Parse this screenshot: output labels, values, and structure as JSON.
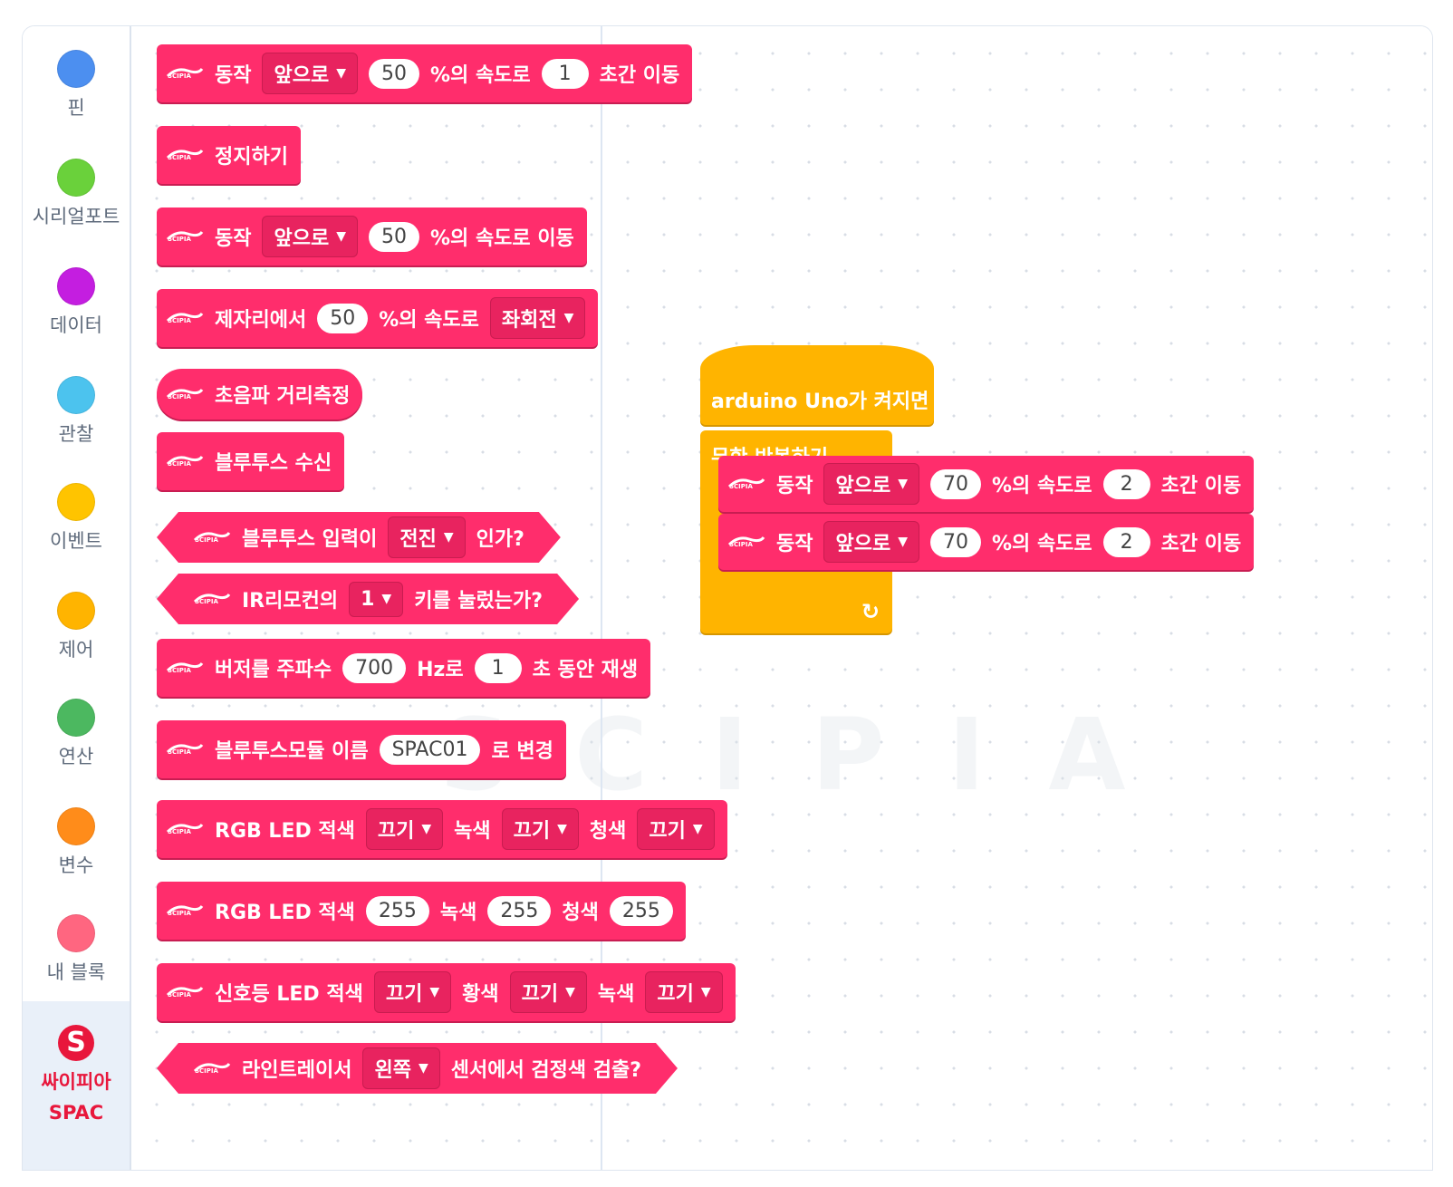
{
  "sidebar": {
    "categories": [
      {
        "label": "핀",
        "color": "#4c8ff0"
      },
      {
        "label": "시리얼포트",
        "color": "#6ad13b"
      },
      {
        "label": "데이터",
        "color": "#c41ee0"
      },
      {
        "label": "관찰",
        "color": "#4cc3ee"
      },
      {
        "label": "이벤트",
        "color": "#ffc400"
      },
      {
        "label": "제어",
        "color": "#ffb400"
      },
      {
        "label": "연산",
        "color": "#4cb860"
      },
      {
        "label": "변수",
        "color": "#ff8c1a"
      },
      {
        "label": "내 블록",
        "color": "#ff6680"
      }
    ],
    "active": {
      "logo": "S",
      "label1": "싸이피아",
      "label2": "SPAC"
    }
  },
  "workspace": {
    "watermark": "SCIPIA",
    "colors": {
      "block": "#ff2d6c",
      "control": "#ffb400"
    }
  },
  "palette": {
    "b1": {
      "t1": "동작",
      "dd": "앞으로",
      "v1": "50",
      "t2": "%의 속도로",
      "v2": "1",
      "t3": "초간 이동"
    },
    "b2": {
      "t1": "정지하기"
    },
    "b3": {
      "t1": "동작",
      "dd": "앞으로",
      "v1": "50",
      "t2": "%의 속도로 이동"
    },
    "b4": {
      "t1": "제자리에서",
      "v1": "50",
      "t2": "%의 속도로",
      "dd": "좌회전"
    },
    "b5": {
      "t1": "초음파 거리측정"
    },
    "b6": {
      "t1": "블루투스 수신"
    },
    "b7": {
      "t1": "블루투스 입력이",
      "dd": "전진",
      "t2": "인가?"
    },
    "b8": {
      "t1": "IR리모컨의",
      "dd": "1",
      "t2": "키를 눌렀는가?"
    },
    "b9": {
      "t1": "버저를 주파수",
      "v1": "700",
      "t2": "Hz로",
      "v2": "1",
      "t3": "초 동안 재생"
    },
    "b10": {
      "t1": "블루투스모듈 이름",
      "v1": "SPAC01",
      "t2": "로 변경"
    },
    "b11": {
      "t1": "RGB LED 적색",
      "dd1": "끄기",
      "t2": "녹색",
      "dd2": "끄기",
      "t3": "청색",
      "dd3": "끄기"
    },
    "b12": {
      "t1": "RGB LED 적색",
      "v1": "255",
      "t2": "녹색",
      "v2": "255",
      "t3": "청색",
      "v3": "255"
    },
    "b13": {
      "t1": "신호등 LED 적색",
      "dd1": "끄기",
      "t2": "황색",
      "dd2": "끄기",
      "t3": "녹색",
      "dd3": "끄기"
    },
    "b14": {
      "t1": "라인트레이서",
      "dd": "왼쪽",
      "t2": "센서에서 검정색 검출?"
    }
  },
  "script": {
    "hat": "arduino Uno가 켜지면",
    "loop": "무한 반복하기",
    "moves": [
      {
        "t1": "동작",
        "dd": "앞으로",
        "v1": "70",
        "t2": "%의 속도로",
        "v2": "2",
        "t3": "초간 이동"
      },
      {
        "t1": "동작",
        "dd": "앞으로",
        "v1": "70",
        "t2": "%의 속도로",
        "v2": "2",
        "t3": "초간 이동"
      }
    ]
  }
}
